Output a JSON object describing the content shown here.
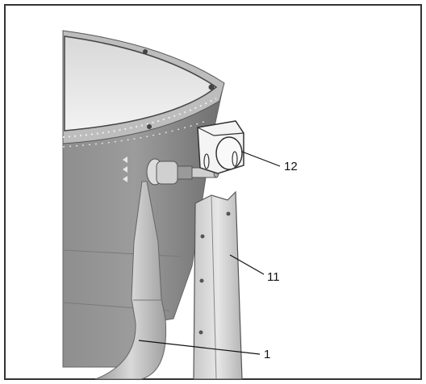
{
  "figure": {
    "callouts": [
      {
        "id": "callout-12",
        "label": "12"
      },
      {
        "id": "callout-11",
        "label": "11"
      },
      {
        "id": "callout-1",
        "label": "1"
      }
    ]
  }
}
